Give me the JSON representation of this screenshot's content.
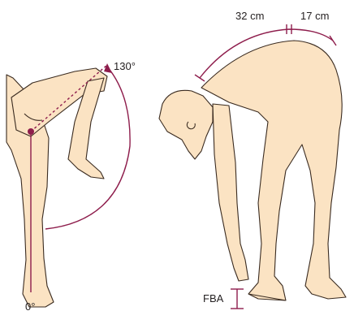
{
  "left_figure": {
    "angle_end_label": "130°",
    "angle_start_label": "0°"
  },
  "right_figure": {
    "measure_a_label": "32 cm",
    "measure_b_label": "17 cm",
    "fba_label": "FBA"
  },
  "colors": {
    "skin": "#fbe3c3",
    "outline": "#3a2b20",
    "measure_line": "#8e1d4c"
  }
}
